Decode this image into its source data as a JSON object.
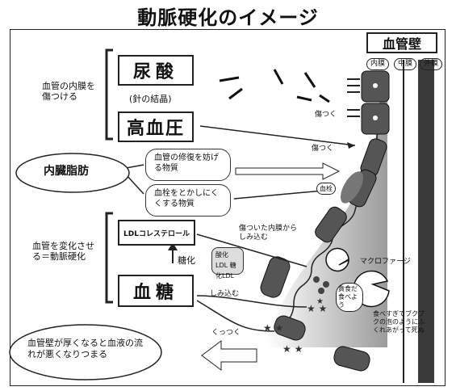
{
  "title": "動脈硬化のイメージ",
  "wall": {
    "header": "血管壁",
    "layer_inner": "内膜",
    "layer_middle": "中膜",
    "layer_outer": "外膜"
  },
  "left": {
    "damage_text": "血管の内膜を傷つける",
    "risk_text": "血管を変化させる＝動脈硬化",
    "thick_text": "血管壁が厚くなると血液の流れが悪くなりつまる"
  },
  "boxes": {
    "uric_acid": "尿酸",
    "uric_sub": "(針の結晶)",
    "hypertension": "高血圧",
    "visceral_fat": "内臓脂肪",
    "ldl": "LDLコレステロール",
    "sugar": "血糖",
    "repair": "血管の修復を妨げる物質",
    "clot_dissolve": "血栓をとかしにくくする物質",
    "ox_ldl": "酸化LDL 糖化LDL"
  },
  "labels": {
    "kizutsuku1": "傷つく",
    "kizutsuku2": "傷つく",
    "thrombus": "血栓",
    "oxidation": "糖化",
    "seep_in": "傷ついた内膜からしみ込む",
    "shimikomu": "しみ込む",
    "kuttsuku": "くっつく",
    "macrophage": "マクロファージ",
    "eat": "貪食だ食べよう",
    "full": "食べすぎてブクブクの泡のようにふくれあがって死ぬ"
  }
}
